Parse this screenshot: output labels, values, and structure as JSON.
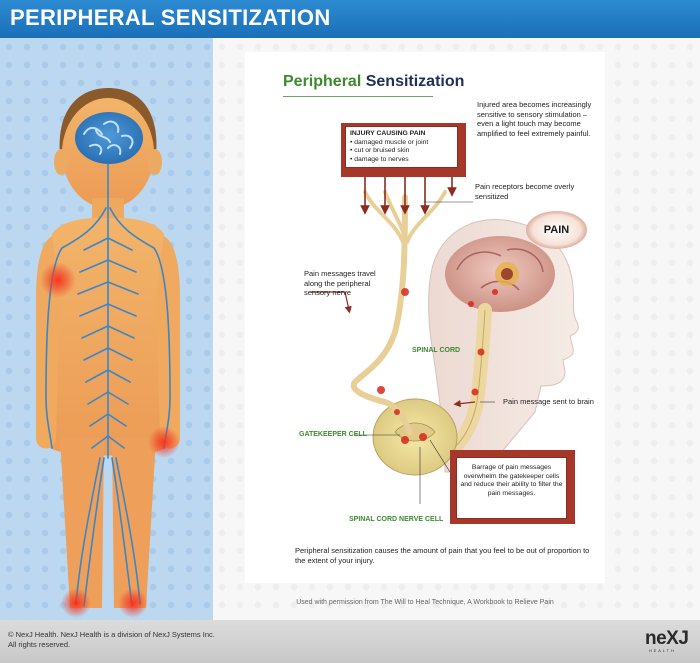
{
  "header": {
    "title": "PERIPHERAL SENSITIZATION"
  },
  "diagram": {
    "title_part1": "Peripheral",
    "title_part2": "Sensitization",
    "intro_text": "Injured area becomes increasingly sensitive to sensory stimulation – even a light touch may become amplified to feel extremely painful.",
    "injury_box": {
      "heading": "INJURY CAUSING PAIN",
      "items": [
        "• damaged muscle or joint",
        "• cut or bruised skin",
        "• damage to nerves"
      ]
    },
    "receptors_label": "Pain receptors become overly sensitized",
    "pain_label": "PAIN",
    "travel_label": "Pain messages travel along the peripheral sensory nerve",
    "spinal_cord_label": "SPINAL CORD",
    "brain_label": "Pain message sent to brain",
    "gatekeeper_label": "GATEKEEPER CELL",
    "nerve_cell_label": "SPINAL CORD NERVE CELL",
    "barrage_text": "Barrage of pain messages overwhelm the gatekeeper cells and reduce their ability to filter the pain messages.",
    "bottom_text": "Peripheral sensitization causes the amount of pain that you feel to be out of proportion to the extent of your injury."
  },
  "credit": "Used with permission from The Will to Heal Technique, A Workbook to Relieve Pain",
  "footer": {
    "copyright_line1": "© NexJ Health. NexJ Health is a division of NexJ Systems Inc.",
    "copyright_line2": "All rights reserved.",
    "logo_word": "neXJ",
    "logo_sub": "HEALTH"
  },
  "colors": {
    "header_blue": "#1f78c6",
    "panel_blue": "#bcd8f0",
    "nerve_blue": "#3a86c8",
    "pain_red": "#d9261c",
    "box_border": "#8c2b1f",
    "title_green": "#3d8a2e",
    "title_navy": "#1f2f5c"
  }
}
